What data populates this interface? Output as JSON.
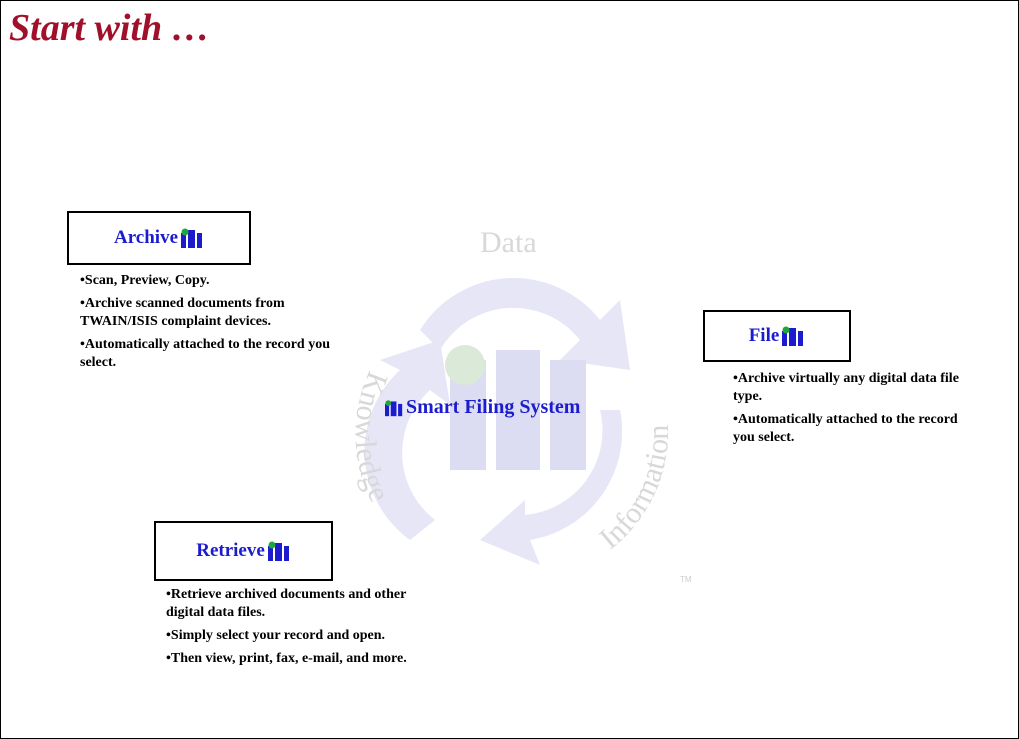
{
  "slide": {
    "title": "Start with …"
  },
  "watermark": {
    "words": [
      "Data",
      "Knowledge",
      "Information"
    ],
    "tm": "TM",
    "color": "#e6e6f7"
  },
  "center": {
    "label": "Smart Filing System"
  },
  "archive": {
    "label": "Archive",
    "bullets": [
      "•Scan, Preview, Copy.",
      "•Archive scanned documents from TWAIN/ISIS complaint devices.",
      "•Automatically attached to the record you select."
    ]
  },
  "file": {
    "label": "File",
    "bullets": [
      "•Archive virtually any digital data file type.",
      "•Automatically attached to the record you select."
    ]
  },
  "retrieve": {
    "label": "Retrieve",
    "bullets": [
      "•Retrieve archived documents and other digital data files.",
      "•Simply select your record and open.",
      "•Then view, print, fax, e-mail, and more."
    ]
  },
  "colors": {
    "title": "#a0102a",
    "label": "#1c1ccf",
    "logo_blue": "#1c1ccf",
    "logo_green": "#1fa83a"
  }
}
